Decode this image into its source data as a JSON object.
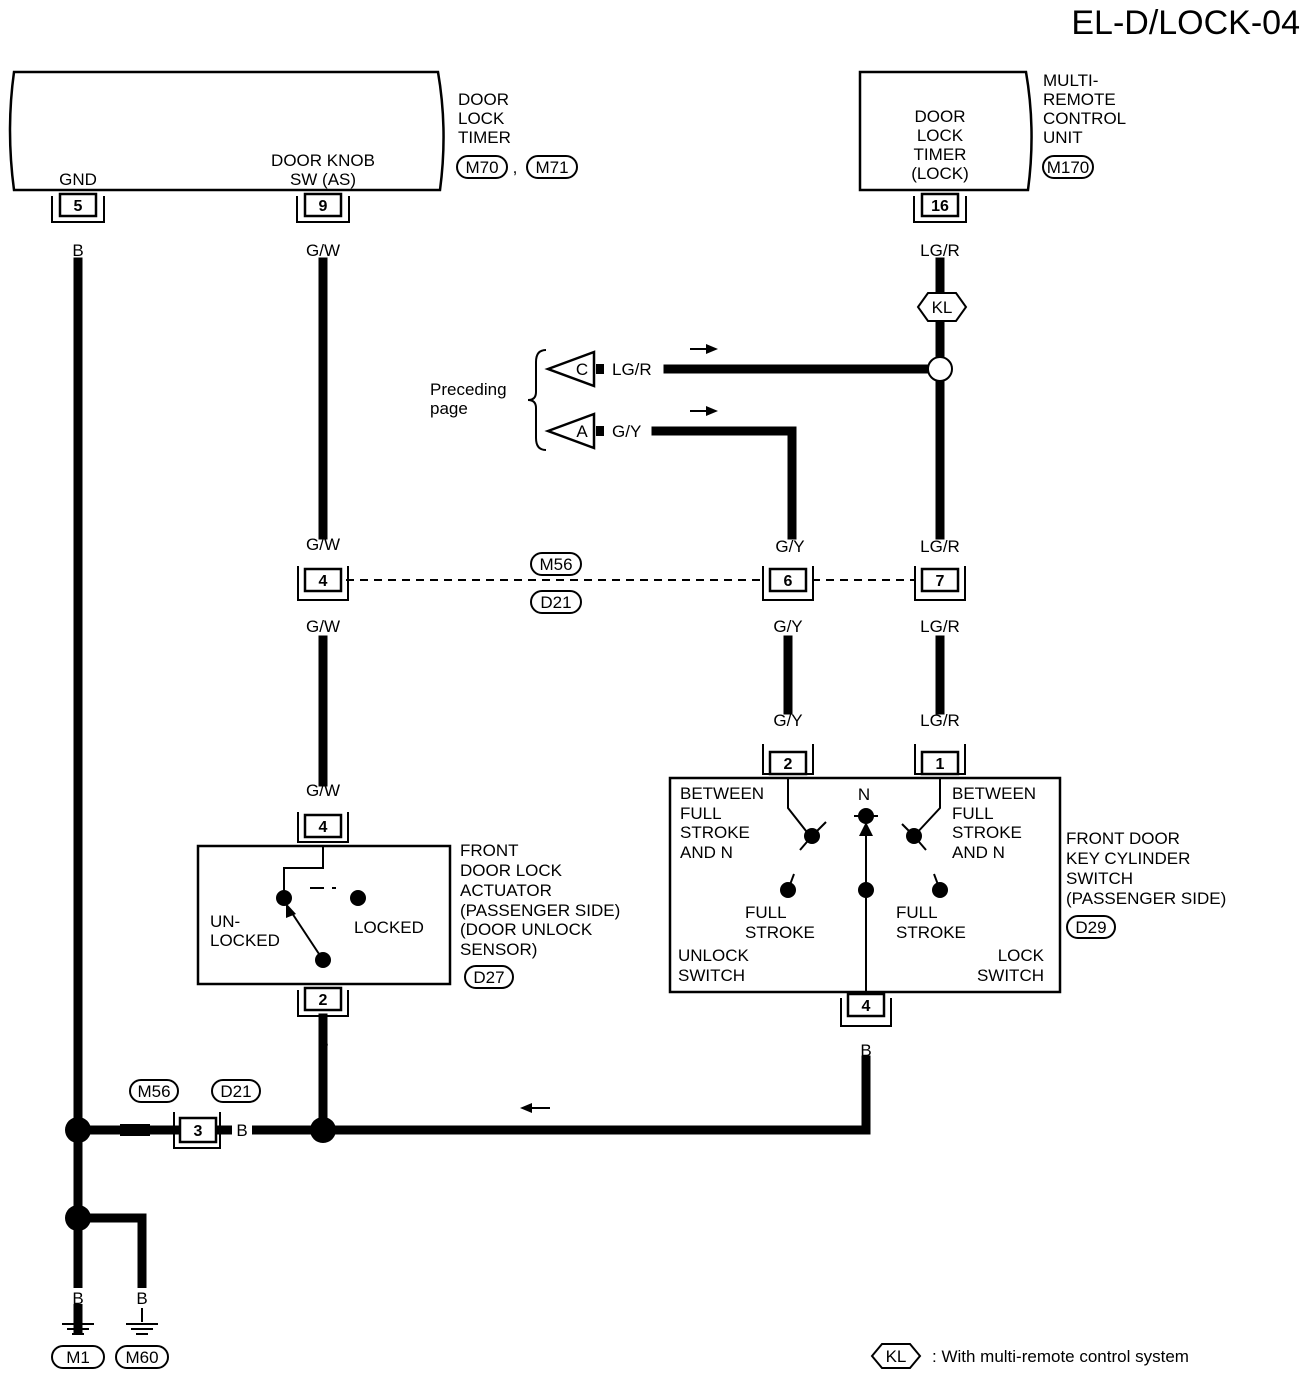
{
  "title": "EL-D/LOCK-04",
  "door_lock_timer": {
    "name": [
      "DOOR",
      "LOCK",
      "TIMER"
    ],
    "connectors": [
      "M70",
      ",",
      "M71"
    ],
    "gnd_label": "GND",
    "gnd_pin": "5",
    "knob_label": [
      "DOOR KNOB",
      "SW (AS)"
    ],
    "knob_pin": "9"
  },
  "multi_remote": {
    "name": [
      "MULTI-",
      "REMOTE",
      "CONTROL",
      "UNIT"
    ],
    "inner": [
      "DOOR",
      "LOCK",
      "TIMER",
      "(LOCK)"
    ],
    "connector": "M170",
    "pin": "16"
  },
  "wires": {
    "b": "B",
    "gw": "G/W",
    "gy": "G/Y",
    "lgr": "LG/R"
  },
  "option_badge": "KL",
  "preceding": {
    "label": [
      "Preceding",
      "page"
    ],
    "c": "C",
    "a": "A"
  },
  "joint": {
    "conn_top": "M56",
    "conn_bot": "D21",
    "pin_gw": "4",
    "pin_gy": "6",
    "pin_lgr": "7"
  },
  "actuator": {
    "name": [
      "FRONT",
      "DOOR LOCK",
      "ACTUATOR",
      "(PASSENGER SIDE)",
      "(DOOR UNLOCK",
      " SENSOR)"
    ],
    "connector": "D27",
    "pin_top": "4",
    "pin_bot": "2",
    "unlocked": [
      "UN-",
      "LOCKED"
    ],
    "locked": "LOCKED"
  },
  "key_switch": {
    "name": [
      "FRONT DOOR",
      "KEY CYLINDER",
      "SWITCH",
      "(PASSENGER SIDE)"
    ],
    "connector": "D29",
    "pin_2": "2",
    "pin_1": "1",
    "pin_4": "4",
    "between_left": [
      "BETWEEN",
      "FULL",
      "STROKE",
      "AND N"
    ],
    "between_right": [
      "BETWEEN",
      "FULL",
      "STROKE",
      "AND N"
    ],
    "n": "N",
    "full_stroke": [
      "FULL",
      "STROKE"
    ],
    "unlock_switch": [
      "UNLOCK",
      "SWITCH"
    ],
    "lock_switch": [
      "LOCK",
      "SWITCH"
    ]
  },
  "ground_joint": {
    "left_conn": "M56",
    "right_conn": "D21",
    "pin": "3"
  },
  "grounds": [
    "M1",
    "M60"
  ],
  "legend": {
    "badge": "KL",
    "text": ": With multi-remote control system"
  }
}
